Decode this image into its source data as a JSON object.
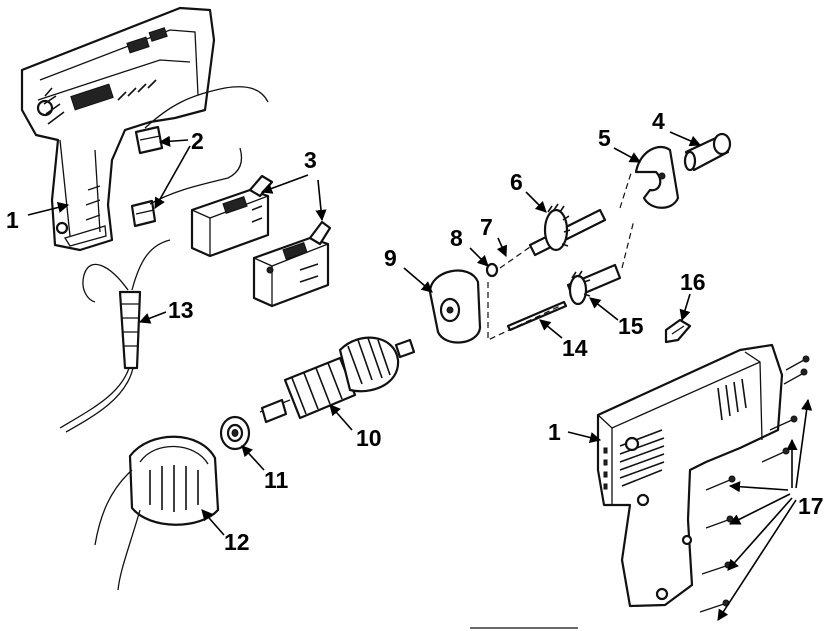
{
  "callouts": {
    "c1_left": "1",
    "c1_right": "1",
    "c2": "2",
    "c3": "3",
    "c4": "4",
    "c5": "5",
    "c6": "6",
    "c7": "7",
    "c8": "8",
    "c9": "9",
    "c10": "10",
    "c11": "11",
    "c12": "12",
    "c13": "13",
    "c14": "14",
    "c15": "15",
    "c16": "16",
    "c17": "17"
  }
}
